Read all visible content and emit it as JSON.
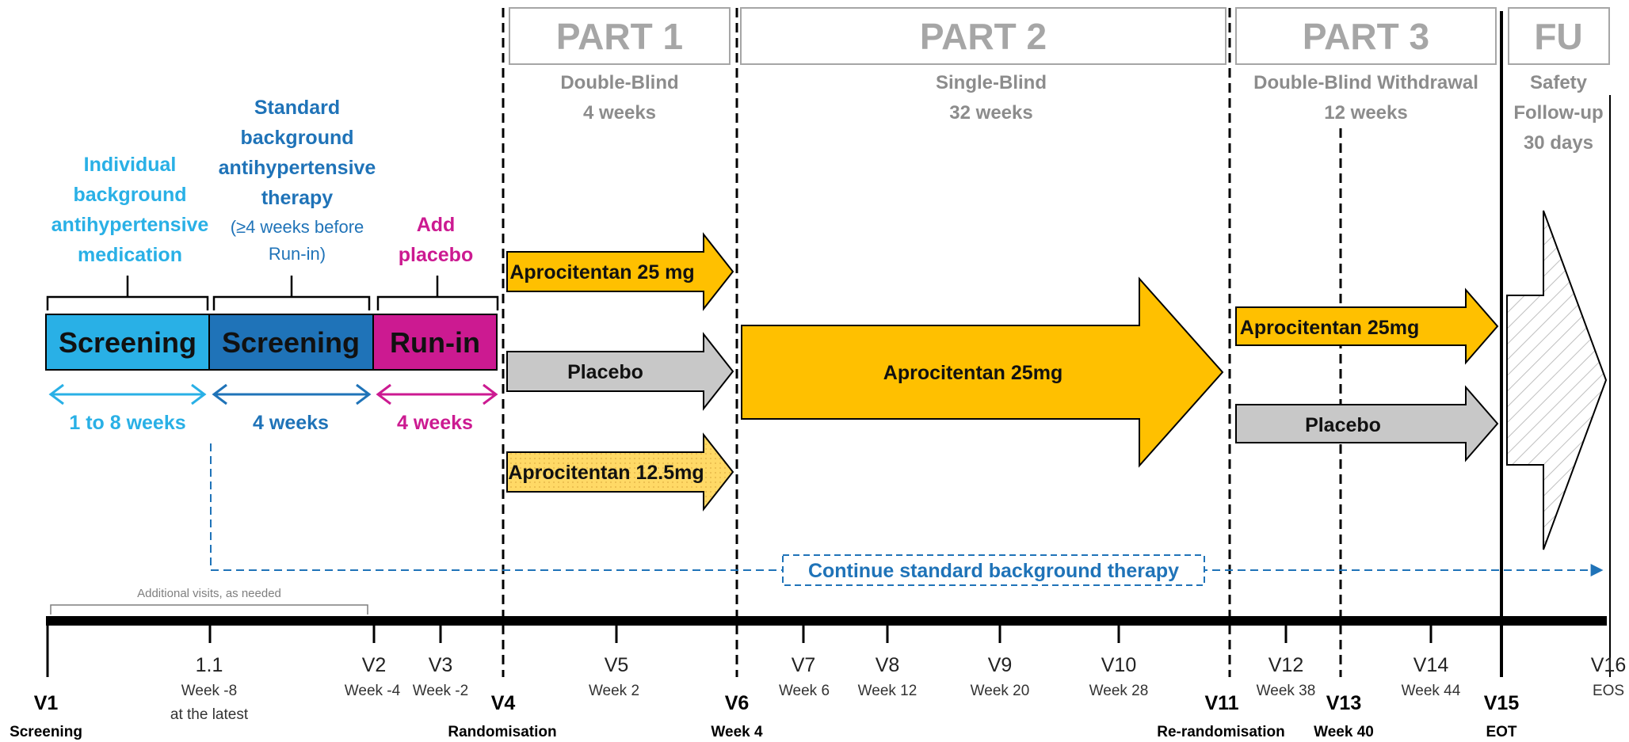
{
  "colors": {
    "cyan": "#29b0e6",
    "blue": "#1f73b8",
    "magenta": "#cc1a91",
    "orange": "#ffc000",
    "light_orange": "#ffe48a",
    "grey": "#c8c8c8",
    "phase_grey": "#a6a6a6"
  },
  "phases": [
    {
      "title": "PART 1",
      "line1": "Double-Blind",
      "line2": "4 weeks"
    },
    {
      "title": "PART 2",
      "line1": "Single-Blind",
      "line2": "32 weeks"
    },
    {
      "title": "PART 3",
      "line1": "Double-Blind Withdrawal",
      "line2": "12 weeks"
    },
    {
      "title": "FU",
      "line1": "Safety",
      "line2": "Follow-up",
      "line3": "30 days"
    }
  ],
  "pre_periods": {
    "individual": {
      "lines": [
        "Individual",
        "background",
        "antihypertensive",
        "medication"
      ]
    },
    "standard": {
      "lines": [
        "Standard",
        "background",
        "antihypertensive",
        "therapy"
      ],
      "note_lines": [
        "(≥4 weeks before",
        "Run-in)"
      ]
    },
    "placebo": {
      "lines": [
        "Add",
        "placebo"
      ]
    }
  },
  "segments": [
    {
      "label": "Screening",
      "color": "#29b0e6",
      "duration": "1 to 8 weeks"
    },
    {
      "label": "Screening",
      "color": "#1f73b8",
      "duration": "4 weeks"
    },
    {
      "label": "Run-in",
      "color": "#cc1a91",
      "duration": "4 weeks"
    }
  ],
  "arrows": {
    "part1": [
      "Aprocitentan 25 mg",
      "Placebo",
      "Aprocitentan 12.5mg"
    ],
    "part2": "Aprocitentan 25mg",
    "part3": [
      "Aprocitentan 25mg",
      "Placebo"
    ]
  },
  "continue_label": "Continue standard background therapy",
  "additional_visits": "Additional visits, as needed",
  "timeline": [
    {
      "visit": "V1",
      "week": "",
      "extra": "Screening",
      "bold": true
    },
    {
      "visit": "1.1",
      "week": "Week -8",
      "extra": "at the latest",
      "bold": false
    },
    {
      "visit": "V2",
      "week": "Week -4",
      "extra": "",
      "bold": false
    },
    {
      "visit": "V3",
      "week": "Week -2",
      "extra": "",
      "bold": false
    },
    {
      "visit": "V4",
      "week": "",
      "extra": "Randomisation",
      "bold": true
    },
    {
      "visit": "V5",
      "week": "Week 2",
      "extra": "",
      "bold": false
    },
    {
      "visit": "V6",
      "week": "Week 4",
      "extra": "",
      "bold": true
    },
    {
      "visit": "V7",
      "week": "Week 6",
      "extra": "",
      "bold": false
    },
    {
      "visit": "V8",
      "week": "Week 12",
      "extra": "",
      "bold": false
    },
    {
      "visit": "V9",
      "week": "Week 20",
      "extra": "",
      "bold": false
    },
    {
      "visit": "V10",
      "week": "Week 28",
      "extra": "",
      "bold": false
    },
    {
      "visit": "V11",
      "week": "",
      "extra": "Re-randomisation",
      "bold": true
    },
    {
      "visit": "V12",
      "week": "Week 38",
      "extra": "",
      "bold": false
    },
    {
      "visit": "V13",
      "week": "Week 40",
      "extra": "",
      "bold": true
    },
    {
      "visit": "V14",
      "week": "Week 44",
      "extra": "",
      "bold": false
    },
    {
      "visit": "V15",
      "week": "EOT",
      "extra": "",
      "bold": true
    },
    {
      "visit": "V16",
      "week": "EOS",
      "extra": "",
      "bold": false
    }
  ]
}
